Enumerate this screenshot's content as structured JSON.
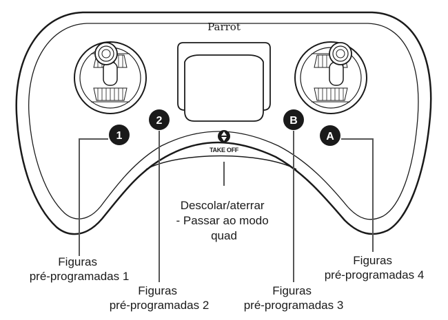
{
  "brand": "Parrot",
  "buttons": {
    "one": "1",
    "two": "2",
    "b": "B",
    "a": "A",
    "takeoff": "TAKE OFF"
  },
  "callouts": {
    "takeoff": [
      "Descolar/aterrar",
      "- Passar ao modo",
      "quad"
    ],
    "fig1": [
      "Figuras",
      "pré-programadas 1"
    ],
    "fig2": [
      "Figuras",
      "pré-programadas 2"
    ],
    "fig3": [
      "Figuras",
      "pré-programadas 3"
    ],
    "fig4": [
      "Figuras",
      "pré-programadas 4"
    ]
  },
  "colors": {
    "outline": "#1a1a1a",
    "badge": "#1a1a1a",
    "leader": "#555555"
  }
}
